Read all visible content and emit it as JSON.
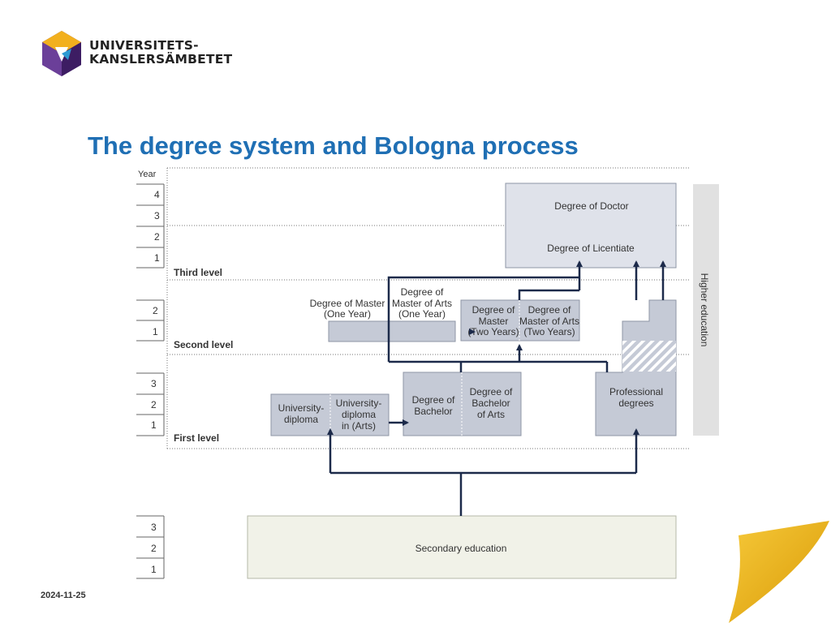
{
  "logo": {
    "line1": "UNIVERSITETS-",
    "line2": "KANSLERSÄMBETET"
  },
  "title": "The degree system and Bologna process",
  "date": "2024-11-25",
  "diagram": {
    "year_header": "Year",
    "third_years": [
      "4",
      "3",
      "2",
      "1"
    ],
    "second_years": [
      "2",
      "1"
    ],
    "first_years": [
      "3",
      "2",
      "1"
    ],
    "secondary_years": [
      "3",
      "2",
      "1"
    ],
    "levels": {
      "third": "Third level",
      "second": "Second level",
      "first": "First level"
    },
    "higher_education": "Higher education",
    "boxes": {
      "doctor": "Degree of Doctor",
      "licentiate": "Degree of Licentiate",
      "master_one_year": [
        "Degree of Master",
        "(One Year)"
      ],
      "master_arts_one_year": [
        "Degree of",
        "Master of Arts",
        "(One Year)"
      ],
      "master_two_years": [
        "Degree of",
        "Master",
        "(Two Years)"
      ],
      "master_arts_two_years": [
        "Degree of",
        "Master of Arts",
        "(Two Years)"
      ],
      "bachelor": [
        "Degree of",
        "Bachelor"
      ],
      "bachelor_arts": [
        "Degree of",
        "Bachelor",
        "of Arts"
      ],
      "university_diploma": [
        "University-",
        "diploma"
      ],
      "university_diploma_arts": [
        "University-",
        "diploma",
        "in (Arts)"
      ],
      "professional": [
        "Professional",
        "degrees"
      ],
      "secondary": "Secondary education"
    },
    "colors": {
      "box": "#c5cad6",
      "box_border": "#8e95a5",
      "arrow": "#1c2a4a",
      "secondary": "#f1f2e8",
      "bar": "#e1e1e1"
    }
  }
}
